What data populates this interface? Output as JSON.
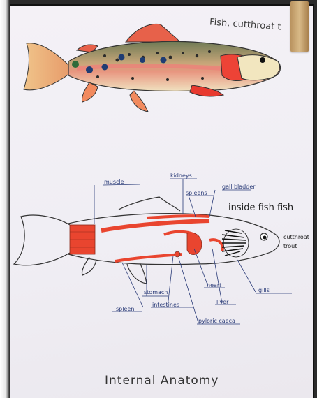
{
  "drawing": {
    "top_title": "Fish. cutthroat t",
    "inside_title": "inside fish fish",
    "side_note": "cutthroat trout",
    "footer_title": "Internal Anatomy"
  },
  "labels": {
    "muscle": "muscle",
    "kidneys": "kidneys",
    "spleen_top": "spleens",
    "gall_bladder": "gall bladder",
    "stomach": "stomach",
    "spleen": "spleen",
    "intestines": "intestines",
    "heart": "heart",
    "liver": "liver",
    "gills": "gills",
    "pyloric_caeca": "pyloric caeca"
  },
  "colors": {
    "ink": "#2a3b78",
    "flesh_red": "#e2452f",
    "paper": "#f2eff5"
  }
}
